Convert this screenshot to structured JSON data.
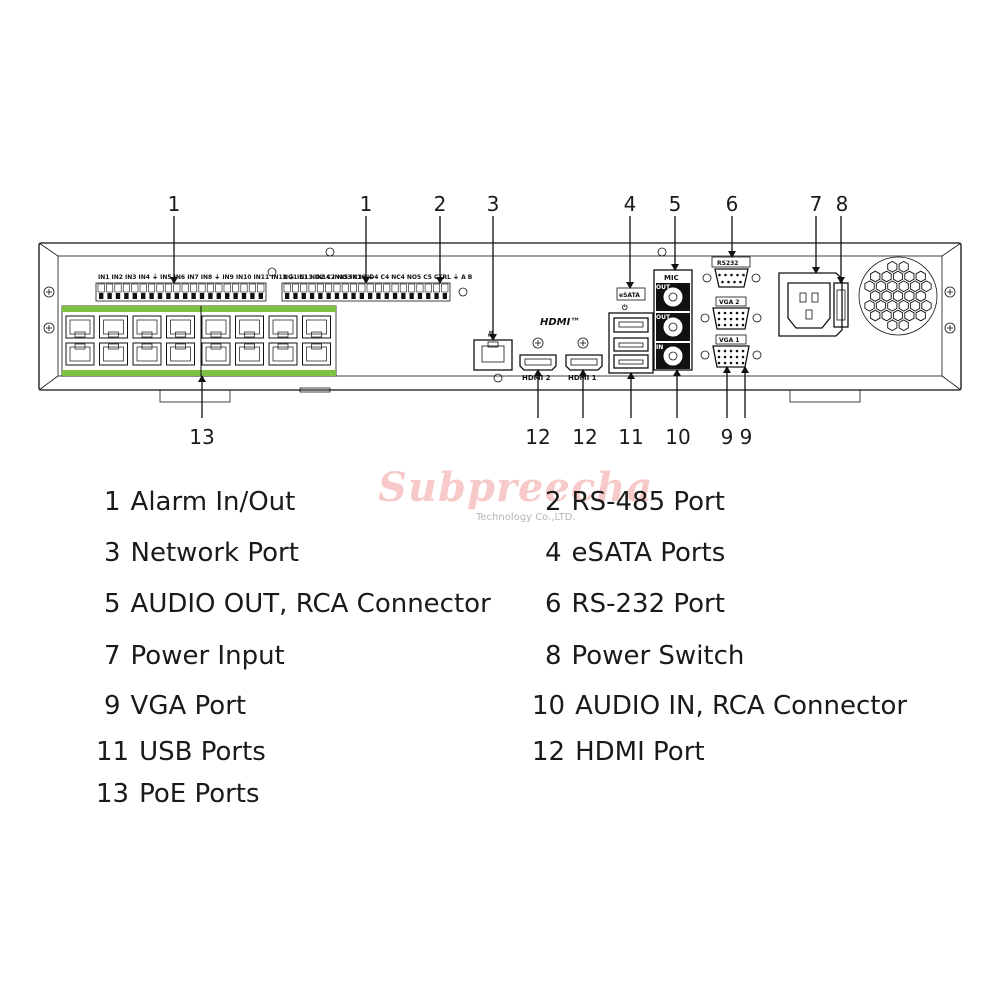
{
  "callouts": [
    "1",
    "1",
    "2",
    "3",
    "4",
    "5",
    "6",
    "7",
    "8",
    "13",
    "12",
    "12",
    "11",
    "10",
    "9",
    "9"
  ],
  "panel_labels": {
    "hdmi_logo": "HDMI™",
    "hdmi2": "HDMI 2",
    "hdmi1": "HDMI 1",
    "esata": "eSATA",
    "mic": "MIC",
    "rs232": "RS232",
    "vga2": "VGA 2",
    "vga1": "VGA 1",
    "out": "OUT",
    "in": "IN"
  },
  "watermark": {
    "brand": "Subpreecha",
    "sub": "Technology Co.,LTD."
  },
  "legend": [
    {
      "num": "1",
      "label": "Alarm In/Out"
    },
    {
      "num": "2",
      "label": "RS-485 Port"
    },
    {
      "num": "3",
      "label": "Network Port"
    },
    {
      "num": "4",
      "label": "eSATA Ports"
    },
    {
      "num": "5",
      "label": "AUDIO OUT, RCA Connector"
    },
    {
      "num": "6",
      "label": "RS-232 Port"
    },
    {
      "num": "7",
      "label": "Power Input"
    },
    {
      "num": "8",
      "label": "Power Switch"
    },
    {
      "num": "9",
      "label": "VGA Port"
    },
    {
      "num": "10",
      "label": "AUDIO IN, RCA Connector"
    },
    {
      "num": "11",
      "label": "USB Ports"
    },
    {
      "num": "12",
      "label": "HDMI Port"
    },
    {
      "num": "13",
      "label": "PoE Ports"
    }
  ],
  "colors": {
    "poe_green": "#7dc242",
    "line": "#111111",
    "watermark": "#e23c3c"
  }
}
